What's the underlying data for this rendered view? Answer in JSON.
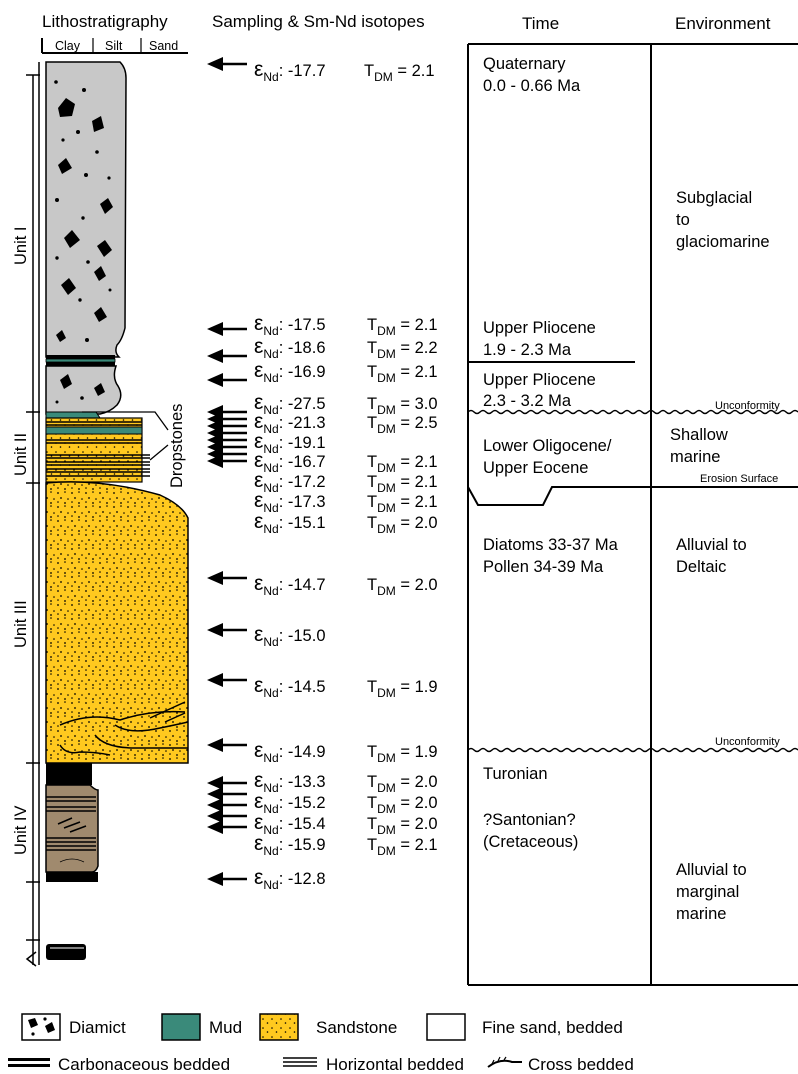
{
  "headers": {
    "lithostratigraphy": "Lithostratigraphy",
    "sampling": "Sampling & Sm-Nd isotopes",
    "time": "Time",
    "environment": "Environment"
  },
  "grain_scale": [
    "Clay",
    "Silt",
    "Sand"
  ],
  "units": [
    "Unit I",
    "Unit II",
    "Unit III",
    "Unit IV"
  ],
  "dropstones_label": "Dropstones",
  "eps_symbol": "ε",
  "eps_sub": "Nd",
  "tdm_main": "T",
  "tdm_sub": "DM",
  "samples": [
    {
      "eps": ": -17.7",
      "tdm": "= 2.1"
    },
    {
      "eps": ": -17.5",
      "tdm": "= 2.1"
    },
    {
      "eps": ": -18.6",
      "tdm": "= 2.2"
    },
    {
      "eps": ": -16.9",
      "tdm": "= 2.1"
    },
    {
      "eps": ": -27.5",
      "tdm": "= 3.0"
    },
    {
      "eps": ": -21.3",
      "tdm": "= 2.5"
    },
    {
      "eps": ": -19.1",
      "tdm": ""
    },
    {
      "eps": ": -16.7",
      "tdm": "= 2.1"
    },
    {
      "eps": ": -17.2",
      "tdm": "= 2.1"
    },
    {
      "eps": ": -17.3",
      "tdm": "= 2.1"
    },
    {
      "eps": ": -15.1",
      "tdm": "= 2.0"
    },
    {
      "eps": ": -14.7",
      "tdm": "= 2.0"
    },
    {
      "eps": ": -15.0",
      "tdm": ""
    },
    {
      "eps": ": -14.5",
      "tdm": "= 1.9"
    },
    {
      "eps": ": -14.9",
      "tdm": "= 1.9"
    },
    {
      "eps": ": -13.3",
      "tdm": "= 2.0"
    },
    {
      "eps": ": -15.2",
      "tdm": "= 2.0"
    },
    {
      "eps": ": -15.4",
      "tdm": "= 2.0"
    },
    {
      "eps": ": -15.9",
      "tdm": "= 2.1"
    },
    {
      "eps": ": -12.8",
      "tdm": ""
    }
  ],
  "time": {
    "quaternary": "Quaternary",
    "quaternary_age": "0.0 - 0.66 Ma",
    "upper_pliocene_1": "Upper Pliocene",
    "upper_pliocene_1_age": "1.9 - 2.3 Ma",
    "upper_pliocene_2": "Upper Pliocene",
    "upper_pliocene_2_age": "2.3 - 3.2 Ma",
    "oligocene": "Lower Oligocene/",
    "eocene": "Upper Eocene",
    "diatoms": "Diatoms 33-37 Ma",
    "pollen": "Pollen 34-39 Ma",
    "turonian": "Turonian",
    "santonian": "?Santonian?",
    "cretaceous": "(Cretaceous)"
  },
  "environment": {
    "env1_a": "Subglacial",
    "env1_b": "to",
    "env1_c": "glaciomarine",
    "env2_a": "Shallow",
    "env2_b": "marine",
    "env3_a": "Alluvial to",
    "env3_b": "Deltaic",
    "env4_a": "Alluvial to",
    "env4_b": "marginal",
    "env4_c": "marine"
  },
  "boundaries": {
    "unconformity_1": "Unconformity",
    "erosion_surface": "Erosion Surface",
    "unconformity_2": "Unconformity"
  },
  "legend": {
    "diamict": "Diamict",
    "mud": "Mud",
    "sandstone": "Sandstone",
    "fine_sand": "Fine sand, bedded",
    "carbonaceous": "Carbonaceous bedded",
    "horizontal": "Horizontal bedded",
    "cross": "Cross bedded"
  },
  "colors": {
    "diamict": "#c8c8c8",
    "mud": "#3a8a7a",
    "sandstone": "#ffc91f",
    "unit_iv": "#a08a6e"
  }
}
